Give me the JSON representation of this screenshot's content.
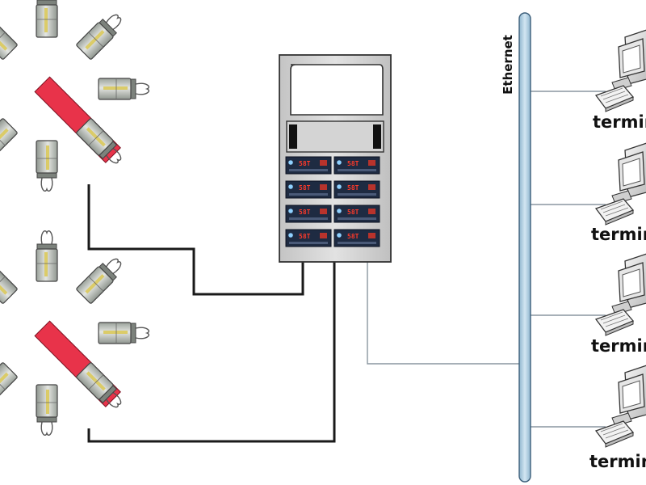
{
  "network": {
    "bus_label": "Ethernet",
    "terminal_label": "terminal"
  },
  "rack": {
    "display_reading": "58T"
  },
  "colors": {
    "bus_fill": "#bcd7e8",
    "bus_stroke": "#3d5f7a",
    "pipe_red": "#e8334a",
    "sensor_body": "#c9c9c9",
    "cable_dark": "#1a1a1a",
    "cable_thin": "#8a96a0"
  }
}
